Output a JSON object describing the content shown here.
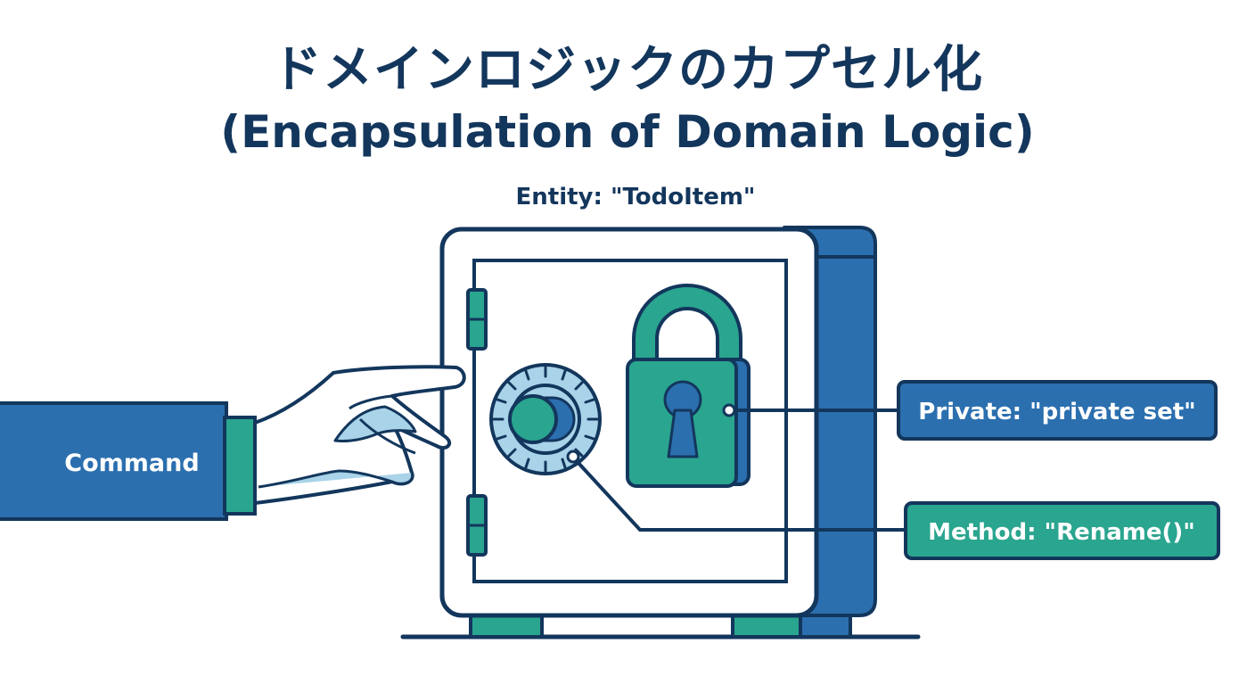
{
  "title": {
    "japanese": "ドメインロジックのカプセル化",
    "english": "(Encapsulation of Domain Logic)"
  },
  "entity_label": "Entity: \"TodoItem\"",
  "command_label": "Command",
  "private_label": "Private: \"private set\"",
  "method_label": "Method: \"Rename()\"",
  "colors": {
    "navy": "#13365c",
    "blue": "#2b6faf",
    "teal": "#2aa58f",
    "light_blue": "#a9d3e8",
    "white": "#ffffff"
  },
  "icons": {
    "safe": "safe-icon",
    "padlock": "padlock-icon",
    "dial": "combination-dial-icon",
    "hand": "hand-icon"
  }
}
